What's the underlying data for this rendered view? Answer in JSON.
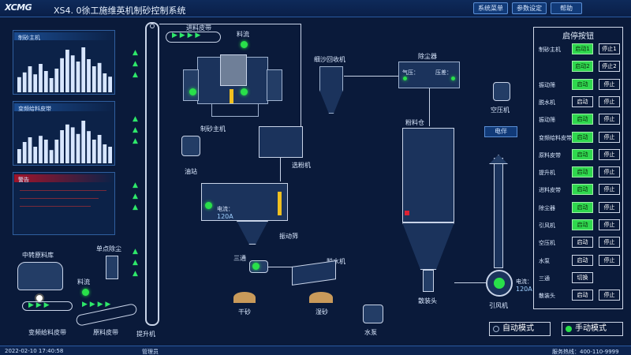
{
  "app": {
    "logo": "XCMG",
    "title": "XS4. 0徐工施维英机制砂控制系统"
  },
  "header_buttons": {
    "system_menu": "系统菜单",
    "param_settings": "参数设定",
    "help": "帮助"
  },
  "panels": {
    "sand_main_title": "制砂主机",
    "vfd_feeder_title": "变频给料皮带",
    "alarm_title": "警告"
  },
  "sand_main_bars": [
    0.32,
    0.42,
    0.55,
    0.38,
    0.6,
    0.45,
    0.3,
    0.5,
    0.72,
    0.9,
    0.78,
    0.65,
    0.95,
    0.7,
    0.55,
    0.62,
    0.4,
    0.33
  ],
  "vfd_feeder_bars": [
    0.3,
    0.45,
    0.55,
    0.35,
    0.58,
    0.5,
    0.28,
    0.5,
    0.7,
    0.82,
    0.76,
    0.62,
    0.9,
    0.68,
    0.5,
    0.6,
    0.4,
    0.35
  ],
  "process": {
    "feed_belt": "进料皮带",
    "material_flow_top": "料流",
    "sand_main": "制砂主机",
    "fine_sand_recycler": "细沙回收机",
    "dust_collector": "除尘器",
    "air_pressure": "气压：",
    "pressure": "压差：",
    "powder_silo": "粉料仓",
    "air_compressor": "空压机",
    "electric_heat": "电伴",
    "oil_station": "油站",
    "powder_selector": "选粉机",
    "current_label": "电流：",
    "screen_current": "120A",
    "vibrating_screen": "振动筛",
    "tee": "三通",
    "dewatering": "脱水机",
    "dry_sand": "干砂",
    "wet_sand": "湿砂",
    "bulk_head": "散装头",
    "induced_fan": "引风机",
    "fan_current": "120A",
    "water_pump": "水泵",
    "transfer_bin": "中转原料库",
    "single_dust": "单点除尘",
    "material_flow_bottom": "料流",
    "vfd_feeder": "变频给料皮带",
    "raw_belt": "原料皮带",
    "elevator": "提升机"
  },
  "control": {
    "title": "启停按钮",
    "rows": [
      {
        "name": "制砂主机",
        "start": "启动1",
        "stop": "停止1",
        "on": true
      },
      {
        "name": "",
        "start": "启动2",
        "stop": "停止2",
        "on": true
      },
      {
        "name": "振动筛",
        "start": "启动",
        "stop": "停止",
        "on": true
      },
      {
        "name": "脱水机",
        "start": "启动",
        "stop": "停止",
        "on": false
      },
      {
        "name": "振动筛",
        "start": "启动",
        "stop": "停止",
        "on": true
      },
      {
        "name": "变频给料皮带",
        "start": "启动",
        "stop": "停止",
        "on": true
      },
      {
        "name": "原料皮带",
        "start": "启动",
        "stop": "停止",
        "on": true
      },
      {
        "name": "提升机",
        "start": "启动",
        "stop": "停止",
        "on": true
      },
      {
        "name": "进料皮带",
        "start": "启动",
        "stop": "停止",
        "on": true
      },
      {
        "name": "除尘器",
        "start": "启动",
        "stop": "停止",
        "on": true
      },
      {
        "name": "引风机",
        "start": "启动",
        "stop": "停止",
        "on": true
      },
      {
        "name": "空压机",
        "start": "启动",
        "stop": "停止",
        "on": false
      },
      {
        "name": "水泵",
        "start": "启动",
        "stop": "停止",
        "on": false
      },
      {
        "name": "三通",
        "start": "切换",
        "stop": "",
        "on": false
      },
      {
        "name": "散装头",
        "start": "启动",
        "stop": "停止",
        "on": false
      }
    ]
  },
  "modes": {
    "auto": "自动模式",
    "manual": "手动模式",
    "auto_color": "#0a1a3a",
    "manual_color": "#29e04a"
  },
  "status": {
    "datetime": "2022-02-10 17:40:58",
    "user": "管理员",
    "hotline": "服务热线：400-110-9999"
  }
}
